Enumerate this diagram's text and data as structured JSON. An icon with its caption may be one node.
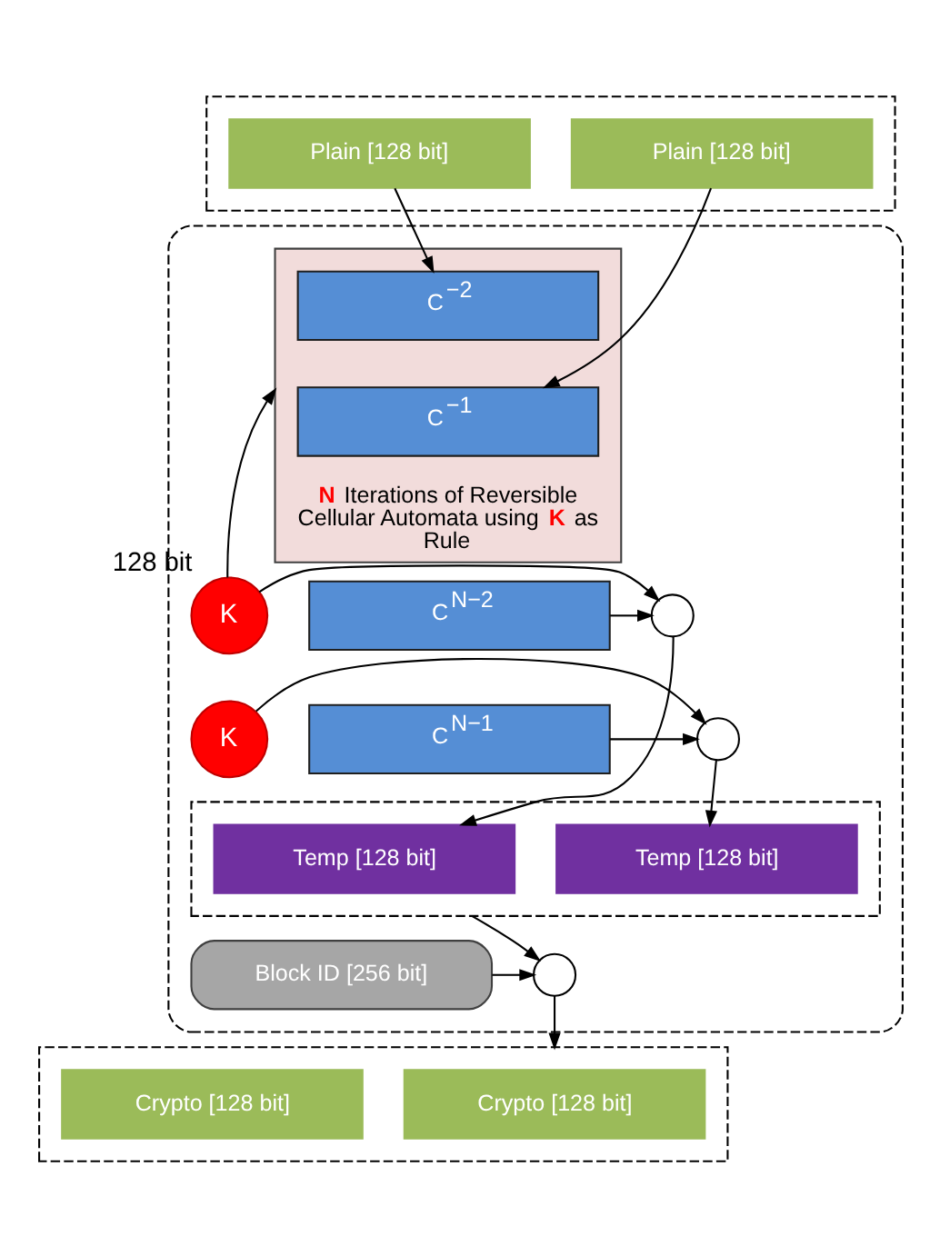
{
  "diagram": {
    "nodes": [
      {
        "text": [],
        "shape": "box"
      },
      {
        "text": [
          "Plain [128 bit]"
        ],
        "in": 0
      },
      {
        "text": [
          "Plain [128 bit]"
        ],
        "in": 0
      },
      {
        "text": [],
        "shape": "box"
      },
      {
        "text": [
          "**N** Iterations of Reversible Cellular Automata using **K** as Rule"
        ],
        "in": 3
      },
      {
        "text": [
          "C$^{−2}$"
        ],
        "in": 4
      },
      {
        "text": [
          "C$^{−1}$"
        ],
        "in": 4
      },
      {
        "text": [
          "K"
        ],
        "beside": [
          "128 bit"
        ],
        "in": 3
      },
      {
        "text": [],
        "shape": "circle",
        "in": 3
      },
      {
        "text": [
          "C$^{N−2}$"
        ],
        "in": 3
      },
      {
        "text": [
          "C$^{N−1}$"
        ],
        "in": 3
      },
      {
        "text": [],
        "shape": "circle",
        "in": 3
      },
      {
        "text": [
          "K"
        ],
        "in": 3
      },
      {
        "text": [],
        "shape": "box",
        "in": 3
      },
      {
        "text": [
          "Temp [128 bit]"
        ],
        "in": 13
      },
      {
        "text": [
          "Temp [128 bit]"
        ],
        "in": 13
      },
      {
        "text": [
          "Block ID [256 bit]"
        ],
        "in": 3
      },
      {
        "text": [],
        "shape": "circle",
        "in": 3
      },
      {
        "text": [],
        "shape": "box"
      },
      {
        "text": [
          "Crypto [128 bit]"
        ],
        "in": 18
      },
      {
        "text": [
          "Crypto [128 bit]"
        ],
        "in": 18
      }
    ],
    "edges": [
      {
        "from": 1,
        "to": 5,
        "arrow": "to"
      },
      {
        "from": 2,
        "to": 6,
        "arrow": "to"
      },
      {
        "from": 7,
        "to": 4,
        "arrow": "to"
      },
      {
        "from": 7,
        "to": 8,
        "arrow": "to"
      },
      {
        "from": 9,
        "to": 8,
        "arrow": "to"
      },
      {
        "from": 8,
        "to": 14,
        "arrow": "to"
      },
      {
        "from": 10,
        "to": 11,
        "arrow": "to"
      },
      {
        "from": 12,
        "to": 11,
        "arrow": "to"
      },
      {
        "from": 11,
        "to": 15,
        "arrow": "to"
      },
      {
        "from": 13,
        "to": 17,
        "arrow": "to"
      },
      {
        "from": 16,
        "to": 17,
        "arrow": "to"
      },
      {
        "from": 17,
        "to": 18,
        "arrow": "to"
      }
    ]
  }
}
